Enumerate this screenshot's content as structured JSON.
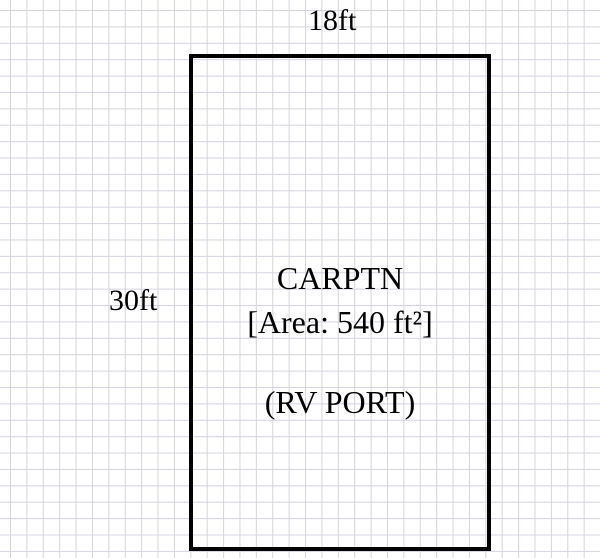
{
  "dimensions": {
    "width_label": "18ft",
    "length_label": "30ft"
  },
  "area": {
    "name": "CARPTN",
    "area_text": "[Area: 540 ft²]",
    "use": "(RV PORT)"
  }
}
